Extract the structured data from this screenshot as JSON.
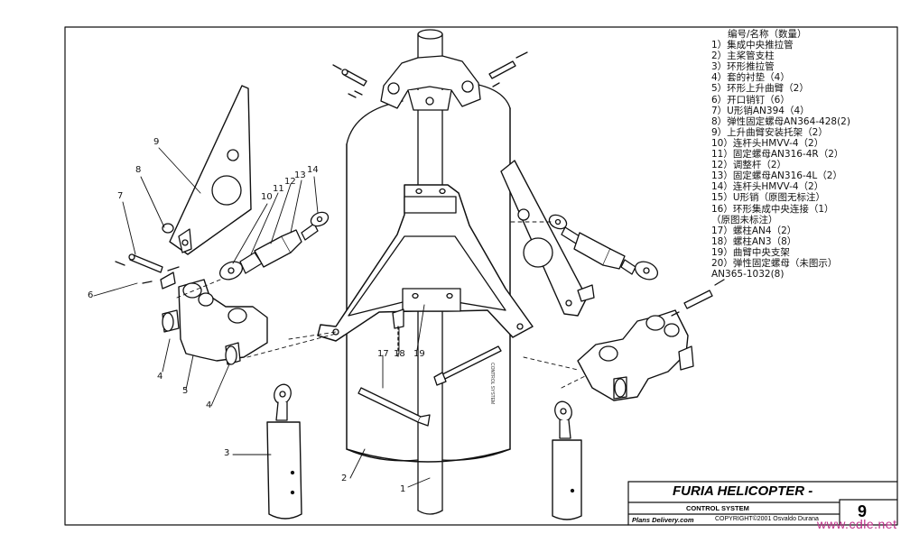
{
  "legend": {
    "heading": "编号/名称（数量）",
    "items": [
      "1）集成中央推拉管",
      "2）主桨管支柱",
      "3）环形推拉管",
      "4）套的衬垫（4）",
      "5）环形上升曲臂（2）",
      "6）开口销钉（6）",
      "7）U形销AN394（4）",
      "8）弹性固定螺母AN364-428(2)",
      "9）上升曲臂安装托架（2）",
      "10）连杆头HMVV-4（2）",
      "11）固定螺母AN316-4R（2）",
      "12）调整杆（2）",
      "13）固定螺母AN316-4L（2）",
      "14）连杆头HMVV-4（2）",
      "15）U形销（原图无标注）",
      "16）环形集成中央连接（1）",
      "（原图未标注）",
      "17）螺柱AN4（2）",
      "18）螺柱AN3（8）",
      "19）曲臂中央支架",
      "20）弹性固定螺母（未图示）",
      "AN365-1032(8)"
    ]
  },
  "callouts": [
    "1",
    "2",
    "3",
    "4",
    "4",
    "5",
    "6",
    "7",
    "8",
    "9",
    "10",
    "11",
    "12",
    "13",
    "14",
    "17",
    "18",
    "19"
  ],
  "title_block": {
    "title": "FURIA HELICOPTER -",
    "subtitle": "CONTROL SYSTEM",
    "sheet_number": "9",
    "publisher": "Plans Delivery.com",
    "copyright": "COPYRIGHT©2001 Osvaldo Durana",
    "vertical_text": "CONTROL SYSTEM"
  },
  "watermark": "www.cdle.net"
}
